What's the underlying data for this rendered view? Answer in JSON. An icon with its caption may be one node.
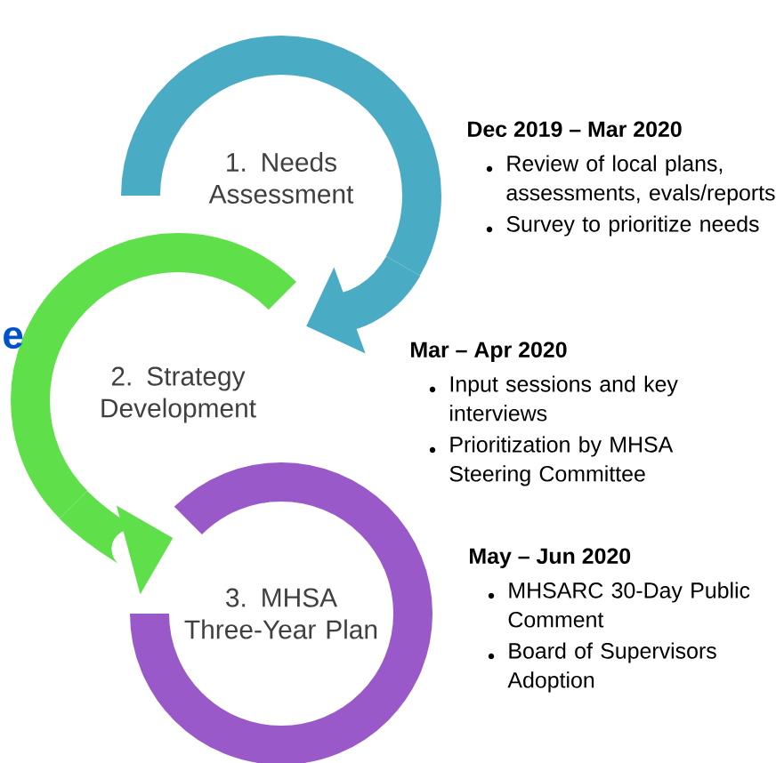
{
  "diagram": {
    "nodes": [
      {
        "text": [
          "1. Needs Assessment"
        ],
        "beside": [
          "Dec 2019 – Mar 2020",
          "Review of local plans, assessments, evals/reports",
          "Survey to prioritize needs"
        ]
      },
      {
        "text": [
          "2. Strategy Development"
        ],
        "beside": [
          "Mar – Apr 2020",
          "Input sessions and key interviews",
          "Prioritization by MHSA Steering Committee"
        ]
      },
      {
        "text": [
          "3. MHSA Three-Year Plan"
        ],
        "beside": [
          "May – Jun 2020",
          "MHSARC 30-Day Public Comment",
          "Board of Supervisors Adoption"
        ]
      }
    ],
    "edges": [
      {
        "from": 0,
        "to": 1,
        "arrow": "to",
        "color": "#4aabc5"
      },
      {
        "from": 1,
        "to": 2,
        "arrow": "to",
        "color": "#5fe04a"
      }
    ],
    "labels": [
      "e"
    ]
  }
}
